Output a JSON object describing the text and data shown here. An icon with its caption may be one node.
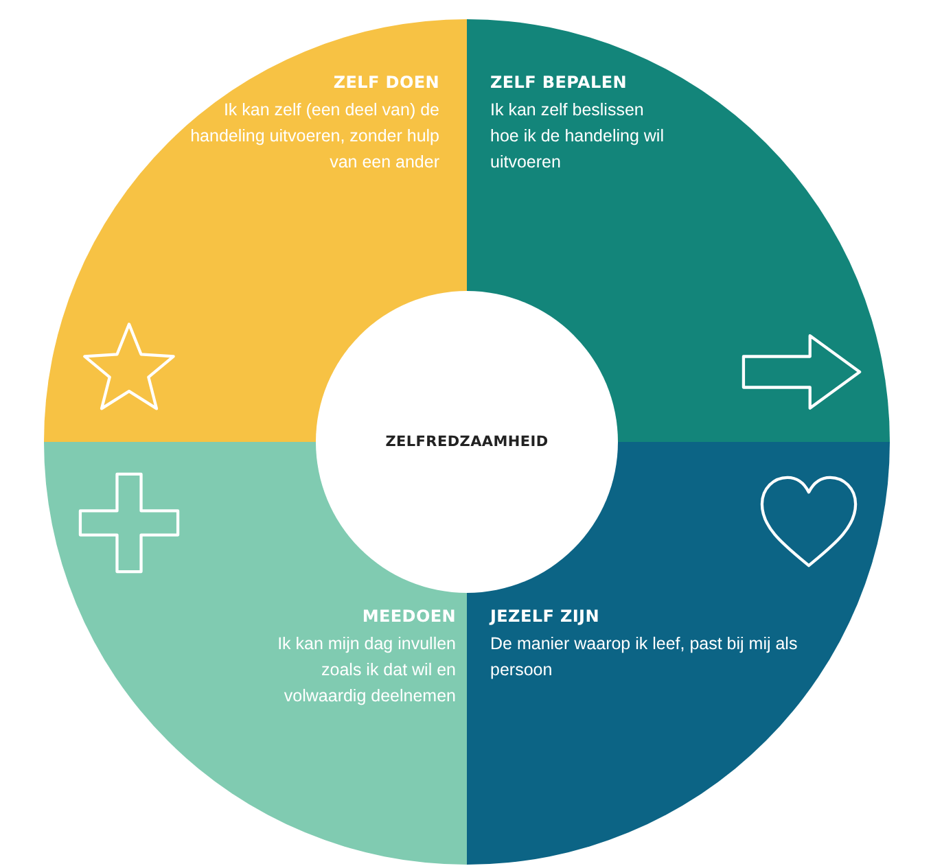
{
  "diagram": {
    "nodes": [
      {
        "text": [
          "ZELF DOEN",
          "Ik kan zelf (een deel van) de handeling uitvoeren, zonder hulp van een ander"
        ]
      },
      {
        "text": [
          "ZELF BEPALEN",
          "Ik kan zelf beslissen hoe ik de handeling wil uitvoeren"
        ]
      },
      {
        "text": [
          "ZELFREDZAAMHEID"
        ]
      },
      {
        "text": [
          "MEEDOEN",
          "Ik kan mijn dag invullen zoals ik dat wil en volwaardig deelnemen"
        ]
      },
      {
        "text": [
          "JEZELF ZIJN",
          "De manier waarop ik leef, past bij mij als persoon"
        ]
      }
    ]
  }
}
